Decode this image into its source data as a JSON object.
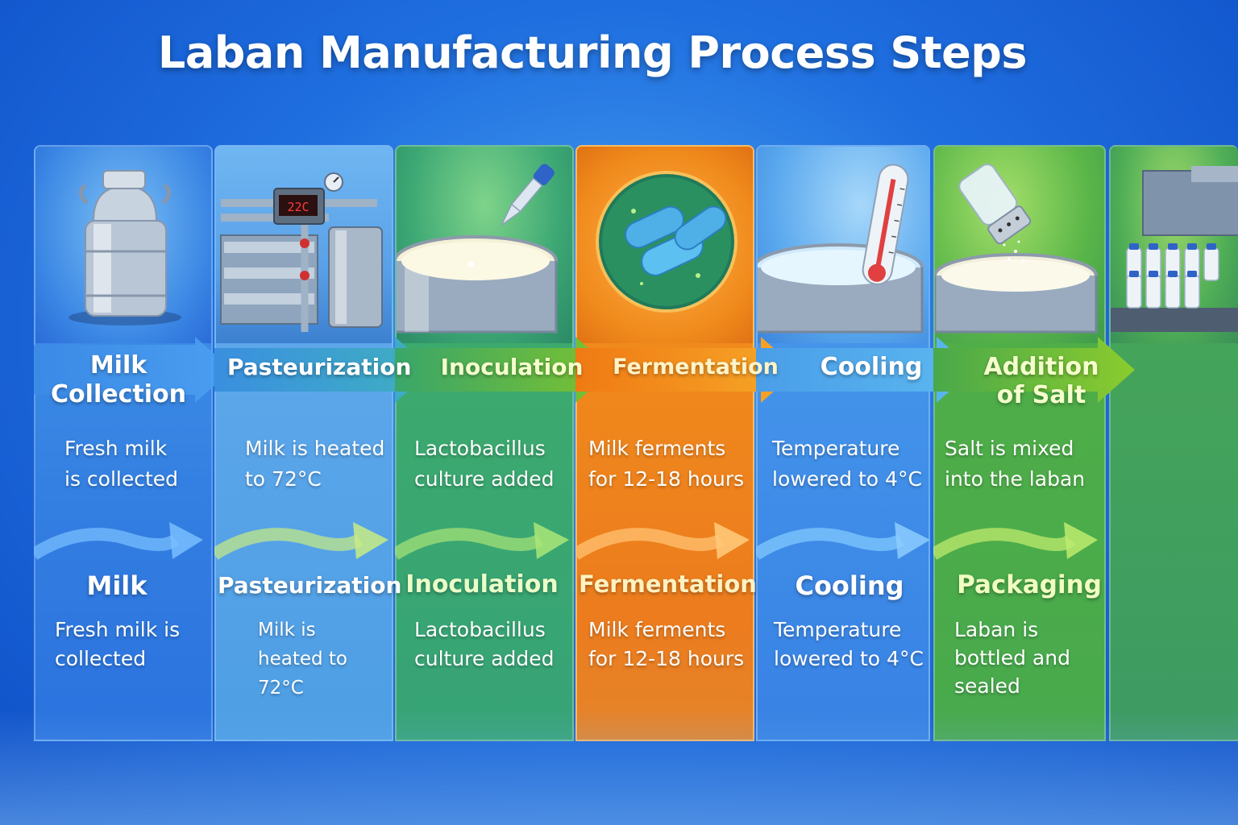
{
  "title": "Laban Manufacturing Process Steps",
  "steps": [
    {
      "banner": "Milk Collection",
      "banner_l1": "Milk",
      "banner_l2": "Collection",
      "desc_l1": "Fresh milk",
      "desc_l2": "is collected",
      "name": "Milk",
      "name_desc_l1": "Fresh milk is",
      "name_desc_l2": "collected"
    },
    {
      "banner": "Pasteurization",
      "desc_l1": "Milk is heated",
      "desc_l2": "to 72°C",
      "name": "Pasteurization",
      "name_desc_l1": "Milk is",
      "name_desc_l2": "heated to 72°C",
      "display": "22C"
    },
    {
      "banner": "Inoculation",
      "desc_l1": "Lactobacillus",
      "desc_l2": "culture added",
      "name": "Inoculation",
      "name_desc_l1": "Lactobacillus",
      "name_desc_l2": "culture added"
    },
    {
      "banner": "Fermentation",
      "desc_l1": "Milk ferments",
      "desc_l2": "for 12-18 hours",
      "name": "Fermentation",
      "name_desc_l1": "Milk ferments",
      "name_desc_l2": "for 12-18 hours"
    },
    {
      "banner": "Cooling",
      "desc_l1": "Temperature",
      "desc_l2": "lowered to 4°C",
      "name": "Cooling",
      "name_desc_l1": "Temperature",
      "name_desc_l2": "lowered to 4°C"
    },
    {
      "banner_l1": "Addition",
      "banner_l2": "of Salt",
      "desc_l1": "Salt is mixed",
      "desc_l2": "into the laban",
      "name": "Packaging",
      "name_desc_l1": "Laban is",
      "name_desc_l2": "bottled and",
      "name_desc_l3": "sealed"
    },
    {
      "banner": ""
    }
  ],
  "colors": {
    "blue": "#2f7ee6",
    "green": "#58b83a",
    "orange": "#f08a1c",
    "light_blue": "#5fb2f2"
  },
  "icons": [
    "milk-can-icon",
    "pasteurizer-icon",
    "dropper-vat-icon",
    "bacteria-icon",
    "thermometer-vat-icon",
    "salt-shaker-vat-icon",
    "bottling-machine-icon"
  ]
}
